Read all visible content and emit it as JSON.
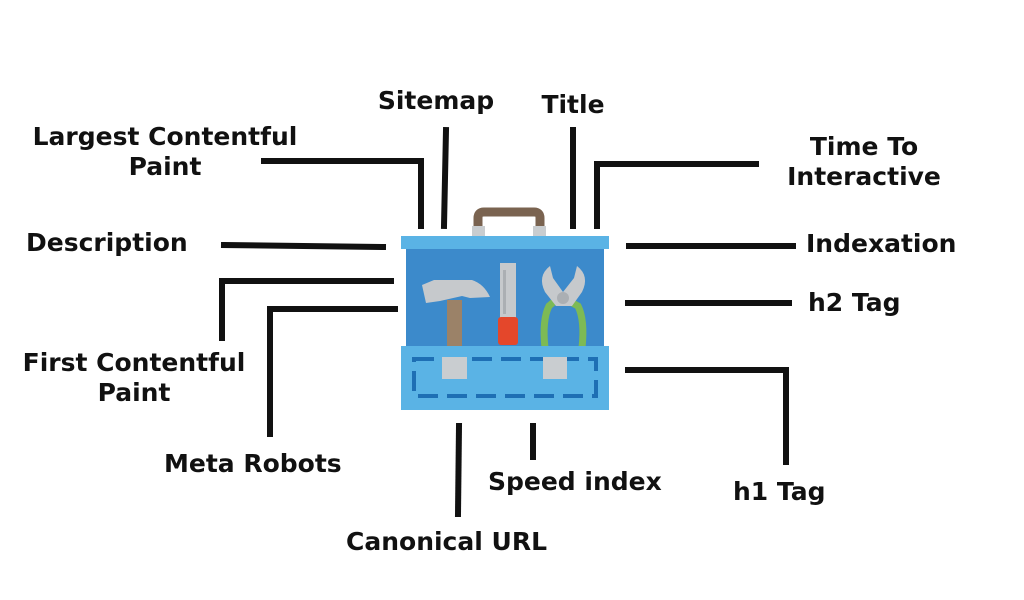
{
  "labels": {
    "sitemap": "Sitemap",
    "title": "Title",
    "largest_contentful_paint": [
      "Largest Contentful",
      "Paint"
    ],
    "time_to_interactive": [
      "Time To",
      "Interactive"
    ],
    "description": "Description",
    "indexation": "Indexation",
    "h2_tag": "h2 Tag",
    "first_contentful_paint": [
      "First Contentful",
      "Paint"
    ],
    "meta_robots": "Meta Robots",
    "h1_tag": "h1 Tag",
    "speed_index": "Speed index",
    "canonical_url": "Canonical URL"
  },
  "toolbox": {
    "icon": "toolbox-icon",
    "tools": [
      "hammer-icon",
      "screwdriver-icon",
      "pliers-icon"
    ],
    "colors": {
      "body": "#3C8ACB",
      "lid": "#5AB3E5",
      "handle": "#7A6350",
      "clips": "#C9CDD0",
      "dash": "#1E6FB4",
      "hammer_head": "#C6C9CC",
      "hammer_handle": "#9B8268",
      "screwdriver_grip": "#E4472B",
      "pliers_handle": "#7DBA55"
    }
  },
  "connector_color": "#111111"
}
